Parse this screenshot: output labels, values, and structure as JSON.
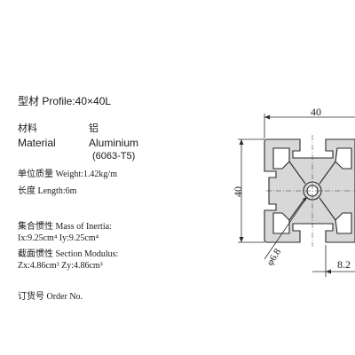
{
  "spec": {
    "profile": "型材 Profile:40×40L",
    "material_cn_label": "材料",
    "material_cn_value": "铝",
    "material_en_label": "Material",
    "material_en_value": "Aluminium",
    "material_grade": "(6063-T5)",
    "weight": "单位质量 Weight:1.42kg/m",
    "length": "长度 Length:6m",
    "inertia_title": "集合惯性 Mass of Inertia:",
    "inertia_values": "Ix:9.25cm⁴ Iy:9.25cm⁴",
    "modulus_title": "截面惯性 Section Modulus:",
    "modulus_values": "Zx:4.86cm³ Zy:4.86cm³",
    "order_no": "订货号 Order No."
  },
  "dimensions": {
    "width": "40",
    "height": "40",
    "bore": "φ6.8",
    "slot": "8.2"
  },
  "colors": {
    "text": "#1a1a1a",
    "line": "#2a2a2a",
    "profile_fill": "#d8d8d8"
  }
}
